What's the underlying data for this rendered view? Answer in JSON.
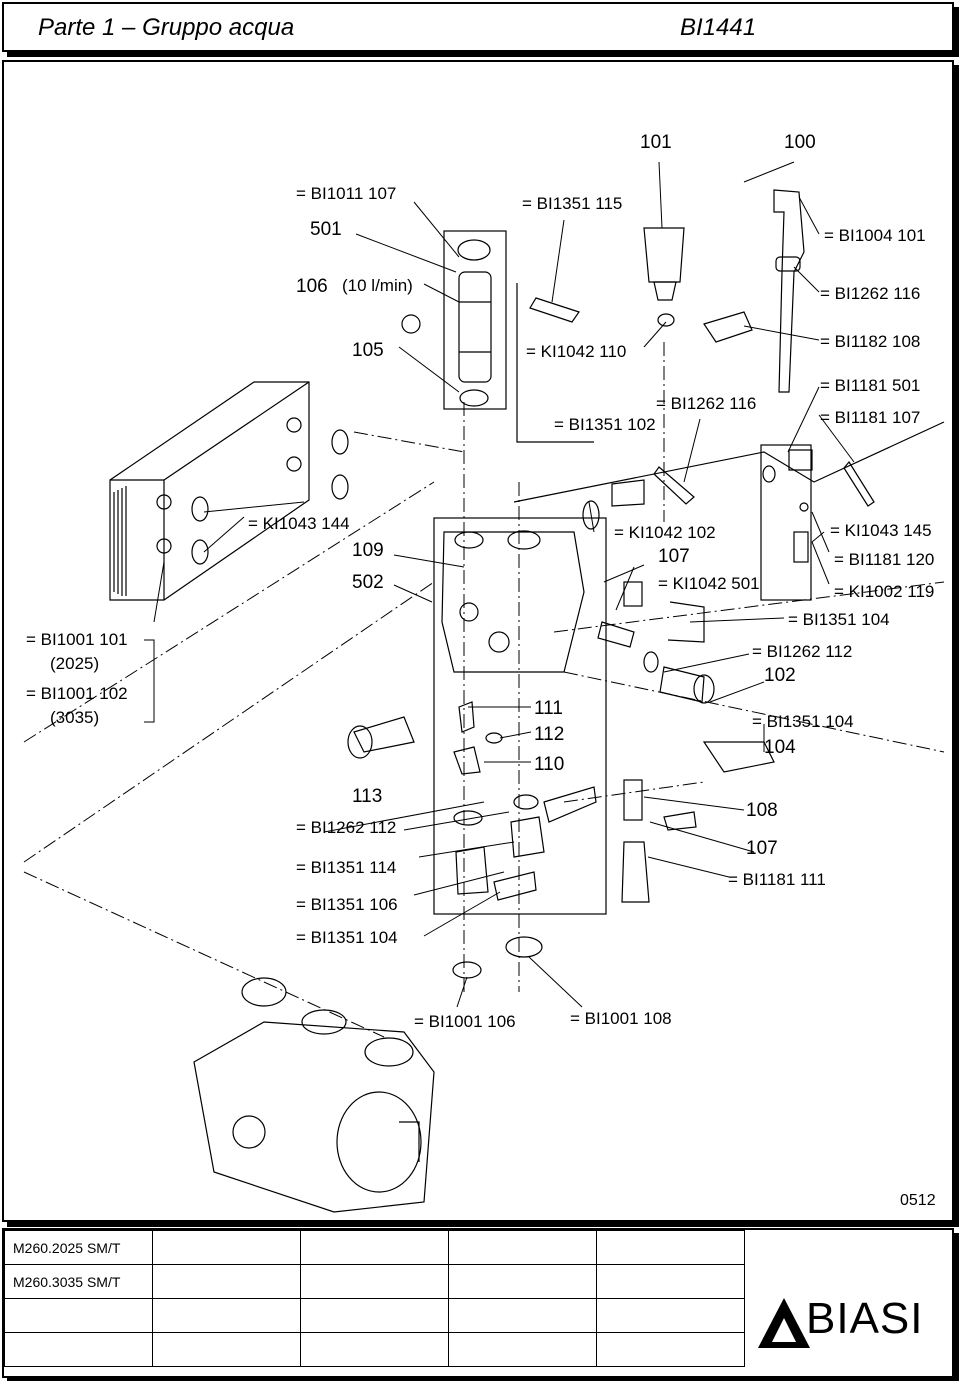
{
  "header": {
    "title": "Parte 1 – Gruppo acqua",
    "code": "BI1441"
  },
  "drawing_number": "0512",
  "labels": {
    "n101": "101",
    "n100": "100",
    "bi1011_107": "= BI1011 107",
    "bi1351_115": "= BI1351 115",
    "n501": "501",
    "bi1004_101": "= BI1004 101",
    "n106": "106",
    "flow": "(10 l/min)",
    "bi1262_116a": "= BI1262 116",
    "n105": "105",
    "ki1042_110": "= KI1042 110",
    "bi1182_108": "= BI1182 108",
    "bi1262_116b": "= BI1262 116",
    "bi1181_501": "= BI1181 501",
    "bi1351_102": "= BI1351 102",
    "bi1181_107": "= BI1181 107",
    "ki1043_144": "= KI1043 144",
    "ki1042_102": "= KI1042 102",
    "ki1043_145": "= KI1043 145",
    "n109": "109",
    "n107a": "107",
    "bi1181_120": "= BI1181 120",
    "n502": "502",
    "ki1042_501": "= KI1042 501",
    "ki1002_119": "= KI1002 119",
    "bi1001_101": "= BI1001 101",
    "bi1351_104a": "= BI1351 104",
    "m2025": "(2025)",
    "bi1262_112a": "= BI1262 112",
    "n102": "102",
    "bi1001_102": "= BI1001 102",
    "m3035": "(3035)",
    "n111": "111",
    "bi1351_104b": "= BI1351 104",
    "n112": "112",
    "n104": "104",
    "n110": "110",
    "n113": "113",
    "n108": "108",
    "bi1262_112b": "= BI1262 112",
    "n107b": "107",
    "bi1351_114": "= BI1351 114",
    "bi1181_111": "= BI1181 111",
    "bi1351_106": "= BI1351 106",
    "bi1351_104c": "= BI1351 104",
    "bi1001_106": "= BI1001 106",
    "bi1001_108": "= BI1001 108"
  },
  "footer": {
    "rows": [
      [
        "M260.2025 SM/T",
        "",
        "",
        "",
        ""
      ],
      [
        "M260.3035 SM/T",
        "",
        "",
        "",
        ""
      ],
      [
        "",
        "",
        "",
        "",
        ""
      ],
      [
        "",
        "",
        "",
        "",
        ""
      ]
    ],
    "brand": "BIASI"
  }
}
